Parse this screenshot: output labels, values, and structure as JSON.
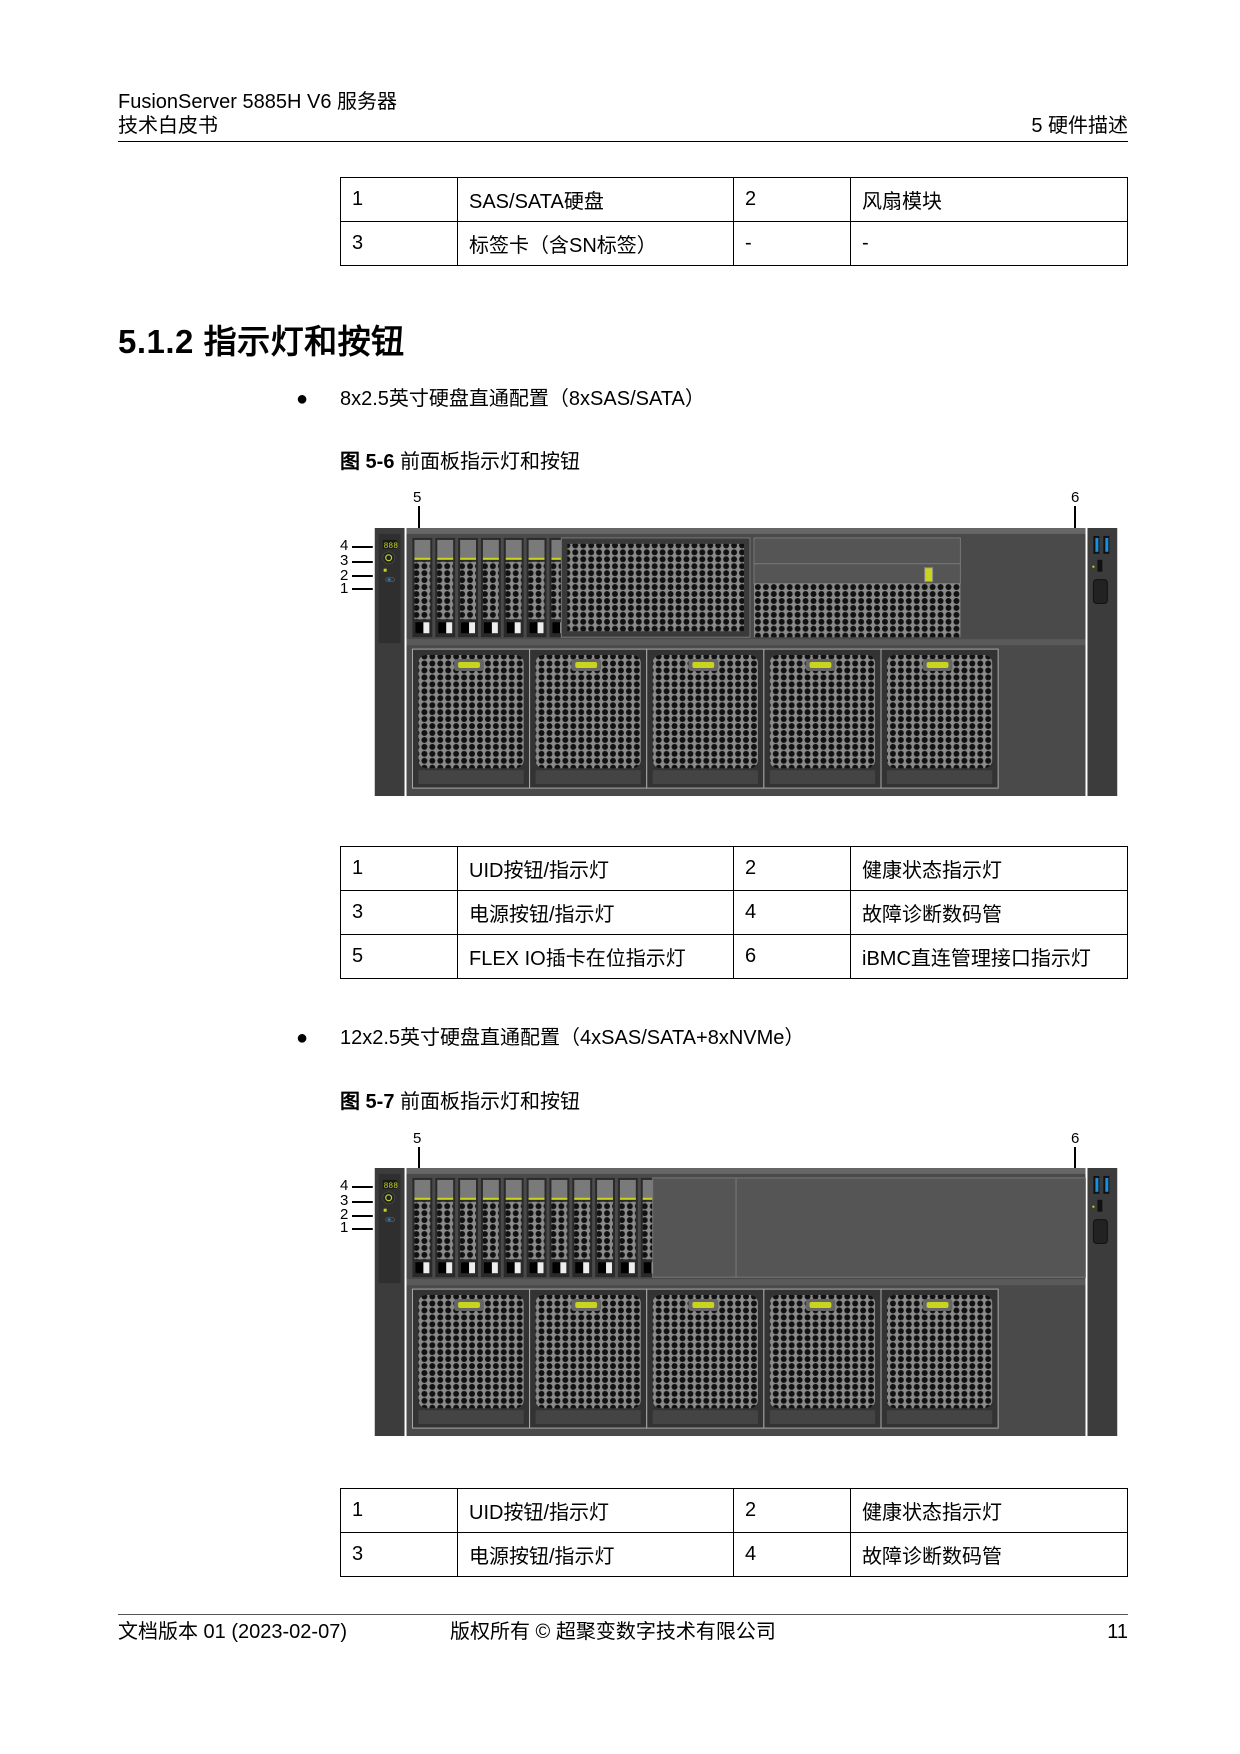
{
  "header": {
    "product": "FusionServer 5885H V6 服务器",
    "doc_type": "技术白皮书",
    "chapter": "5 硬件描述"
  },
  "table_top": {
    "rows": [
      [
        "1",
        "SAS/SATA硬盘",
        "2",
        "风扇模块"
      ],
      [
        "3",
        "标签卡（含SN标签）",
        "-",
        "-"
      ]
    ]
  },
  "section": {
    "title": "5.1.2 指示灯和按钮"
  },
  "config1": {
    "bullet": "●",
    "text": "8x2.5英寸硬盘直通配置（8xSAS/SATA）",
    "figure_label": "图 5-6",
    "figure_title": "前面板指示灯和按钮",
    "callouts": [
      "1",
      "2",
      "3",
      "4",
      "5",
      "6"
    ],
    "drive_count": 8,
    "fan_count": 5,
    "table": {
      "rows": [
        [
          "1",
          "UID按钮/指示灯",
          "2",
          "健康状态指示灯"
        ],
        [
          "3",
          "电源按钮/指示灯",
          "4",
          "故障诊断数码管"
        ],
        [
          "5",
          "FLEX IO插卡在位指示灯",
          "6",
          "iBMC直连管理接口指示灯"
        ]
      ]
    }
  },
  "config2": {
    "bullet": "●",
    "text": "12x2.5英寸硬盘直通配置（4xSAS/SATA+8xNVMe）",
    "figure_label": "图 5-7",
    "figure_title": "前面板指示灯和按钮",
    "callouts": [
      "1",
      "2",
      "3",
      "4",
      "5",
      "6"
    ],
    "drive_count": 12,
    "fan_count": 5,
    "table": {
      "rows": [
        [
          "1",
          "UID按钮/指示灯",
          "2",
          "健康状态指示灯"
        ],
        [
          "3",
          "电源按钮/指示灯",
          "4",
          "故障诊断数码管"
        ]
      ]
    }
  },
  "footer": {
    "version": "文档版本 01 (2023-02-07)",
    "copyright": "版权所有 © 超聚变数字技术有限公司",
    "page": "11"
  },
  "colors": {
    "chassis": "#4a4a4a",
    "chassis_dark": "#2e2e2e",
    "led_green": "#c8d41e",
    "usb_blue": "#1a8fe0"
  }
}
